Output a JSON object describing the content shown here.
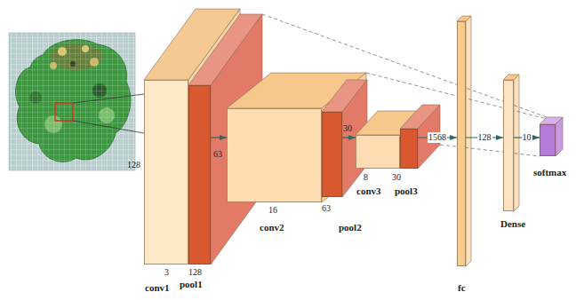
{
  "diagram": {
    "nodes": [
      {
        "text": [
          "conv1"
        ]
      },
      {
        "text": [
          "pool1"
        ]
      },
      {
        "text": [
          "conv2"
        ]
      },
      {
        "text": [
          "pool2"
        ]
      },
      {
        "text": [
          "conv3"
        ]
      },
      {
        "text": [
          "pool3"
        ]
      },
      {
        "text": [
          "fc"
        ]
      },
      {
        "text": [
          "Dense"
        ]
      },
      {
        "text": [
          "softmax"
        ]
      }
    ],
    "edges": [
      {
        "from": 1,
        "to": 2,
        "arrow": "to"
      },
      {
        "from": 3,
        "to": 4,
        "arrow": "to"
      },
      {
        "from": 5,
        "to": 6,
        "label": "1568",
        "arrow": "to"
      },
      {
        "from": 6,
        "to": 7,
        "label": "128",
        "arrow": "to"
      },
      {
        "from": 7,
        "to": 8,
        "label": "10",
        "arrow": "to"
      }
    ],
    "labels": [
      "128",
      "3",
      "128",
      "63",
      "16",
      "63",
      "30",
      "8",
      "30"
    ]
  }
}
